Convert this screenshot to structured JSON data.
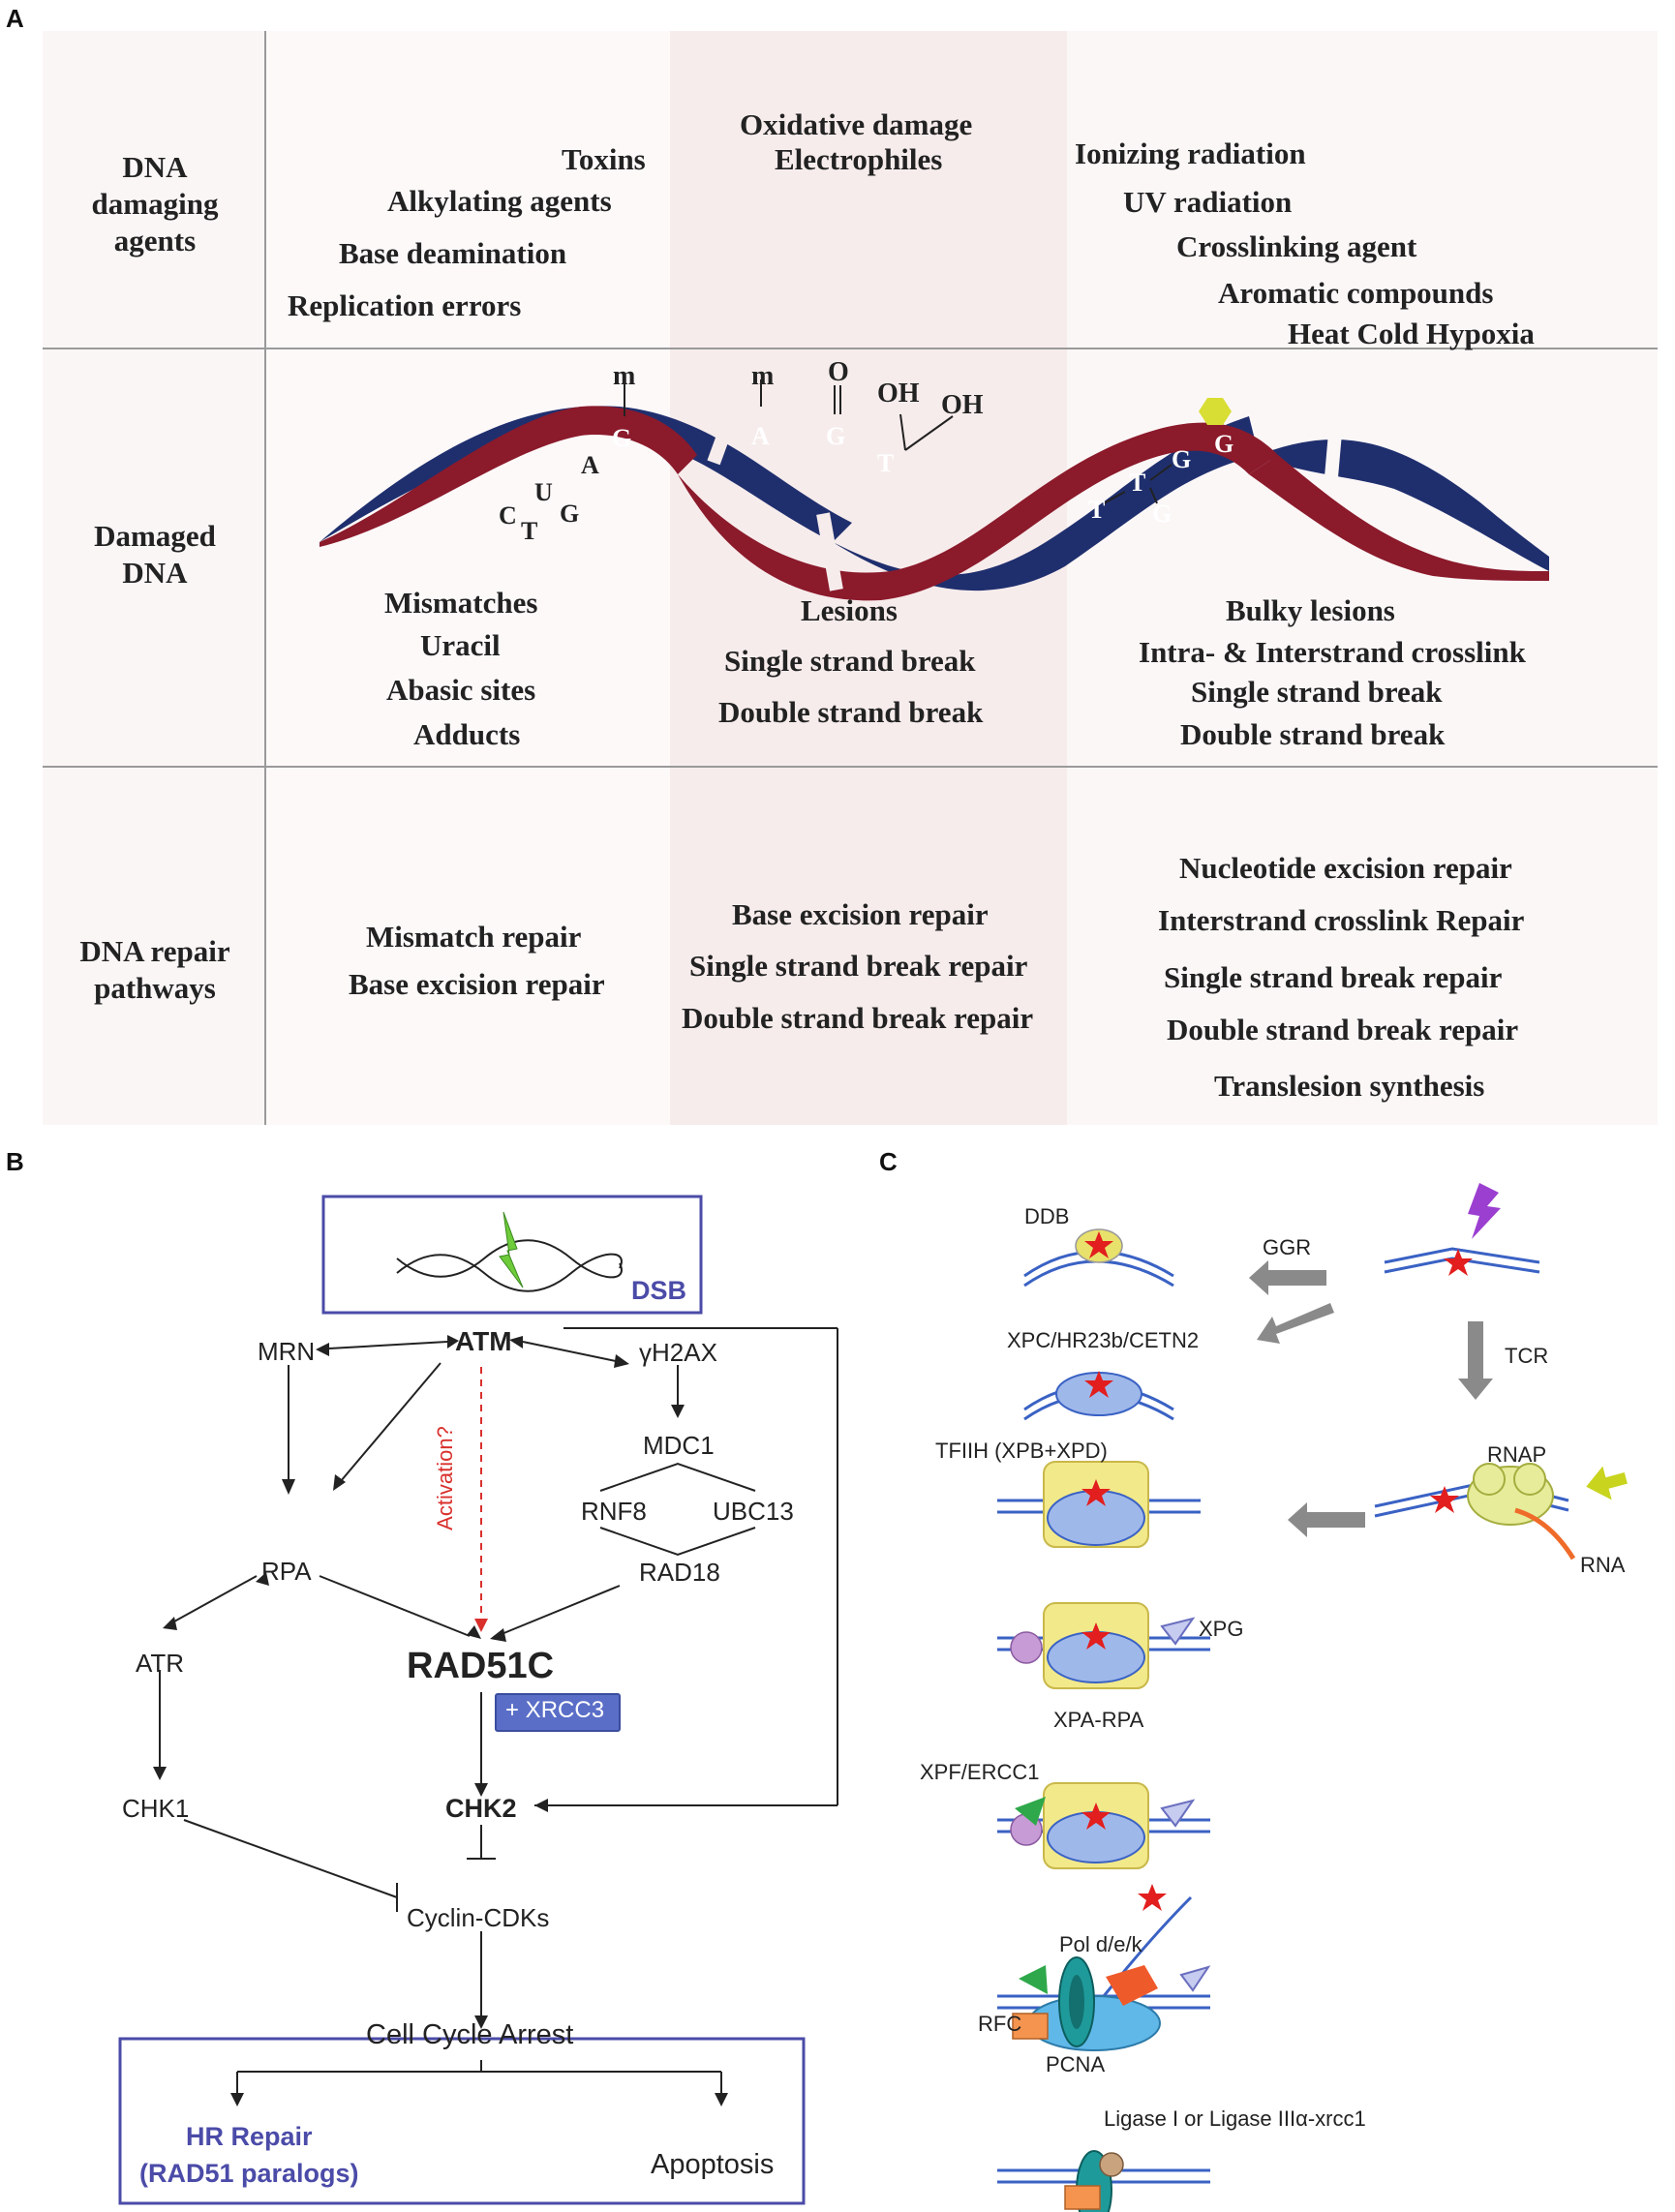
{
  "panels": {
    "a": "A",
    "b": "B",
    "c": "C"
  },
  "panel_a": {
    "rows": [
      "DNA damaging agents",
      "Damaged DNA",
      "DNA repair pathways"
    ],
    "agents": {
      "col1": [
        "Toxins",
        "Alkylating agents",
        "Base deamination",
        "Replication errors"
      ],
      "col2": [
        "Oxidative damage",
        "Electrophiles"
      ],
      "col3": [
        "Ionizing radiation",
        "UV radiation",
        "Crosslinking agent",
        "Aromatic compounds",
        "Heat Cold Hypoxia"
      ]
    },
    "helix_letters": {
      "m1": "m",
      "g1": "G",
      "a1": "A",
      "u": "U",
      "c": "C",
      "t1": "T",
      "g2": "G",
      "m2": "m",
      "a2": "A",
      "o": "O",
      "g3": "G",
      "oh1": "OH",
      "t2": "T",
      "oh2": "OH",
      "t3": "T",
      "t4": "T",
      "g4": "G",
      "g5": "G",
      "g6": "G"
    },
    "damage": {
      "col1": [
        "Mismatches",
        "Uracil",
        "Abasic sites",
        "Adducts"
      ],
      "col2": [
        "Lesions",
        "Single strand break",
        "Double strand break"
      ],
      "col3": [
        "Bulky lesions",
        "Intra- & Interstrand crosslink",
        "Single strand break",
        "Double strand break"
      ]
    },
    "repair": {
      "col1": [
        "Mismatch repair",
        "Base excision repair"
      ],
      "col2": [
        "Base excision repair",
        "Single strand break repair",
        "Double strand break repair"
      ],
      "col3": [
        "Nucleotide excision repair",
        "Interstrand crosslink Repair",
        "Single strand break repair",
        "Double strand break repair",
        "Translesion synthesis"
      ]
    },
    "colors": {
      "red_strand": "#8b1a2b",
      "blue_strand": "#1f2f6e",
      "shade": "#f8eeee"
    }
  },
  "panel_b": {
    "dsb": "DSB",
    "atm": "ATM",
    "mrn": "MRN",
    "h2ax": "γH2AX",
    "mdc1": "MDC1",
    "rnf8": "RNF8",
    "ubc13": "UBC13",
    "rad18": "RAD18",
    "rpa": "RPA",
    "activation": "Activation?",
    "rad51c": "RAD51C",
    "xrcc3": "+ XRCC3",
    "atr": "ATR",
    "chk1": "CHK1",
    "chk2": "CHK2",
    "cyclin": "Cyclin-CDKs",
    "arrest": "Cell Cycle Arrest",
    "hr_repair": "HR Repair",
    "rad51_paralogs": "(RAD51 paralogs)",
    "apoptosis": "Apoptosis",
    "colors": {
      "box": "#4b4ba8",
      "xrcc3_fill": "#5a6ec8",
      "activation": "#d9302c"
    }
  },
  "panel_c": {
    "ddb": "DDB",
    "ggr": "GGR",
    "tcr": "TCR",
    "xpc": "XPC/HR23b/CETN2",
    "tfiih": "TFIIH (XPB+XPD)",
    "rnap": "RNAP",
    "rna": "RNA",
    "xpg": "XPG",
    "xpa_rpa": "XPA-RPA",
    "xpf": "XPF/ERCC1",
    "pol": "Pol d/e/k",
    "rfc": "RFC",
    "pcna": "PCNA",
    "ligase": "Ligase I or Ligase IIIα-xrcc1",
    "colors": {
      "dna": "#3a62c4",
      "yellow": "#efe88a",
      "arrow": "#8a8a8a"
    }
  }
}
